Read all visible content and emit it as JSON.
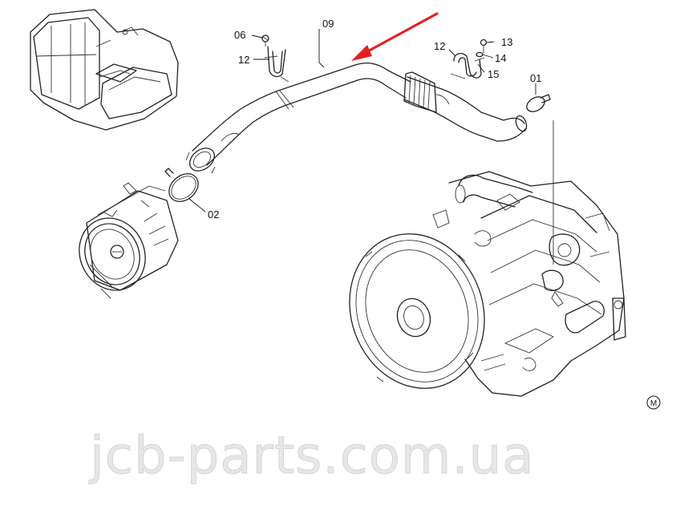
{
  "diagram": {
    "labels": {
      "p06": "06",
      "p12a": "12",
      "p09": "09",
      "p12b": "12",
      "p13": "13",
      "p14": "14",
      "p15": "15",
      "p01": "01",
      "p02": "02"
    },
    "marker": "M",
    "watermark": "jcb-parts.com.ua",
    "colors": {
      "pointer_arrow": "#e41e1e",
      "line": "#222222",
      "watermark": "#e6e6e6"
    }
  }
}
